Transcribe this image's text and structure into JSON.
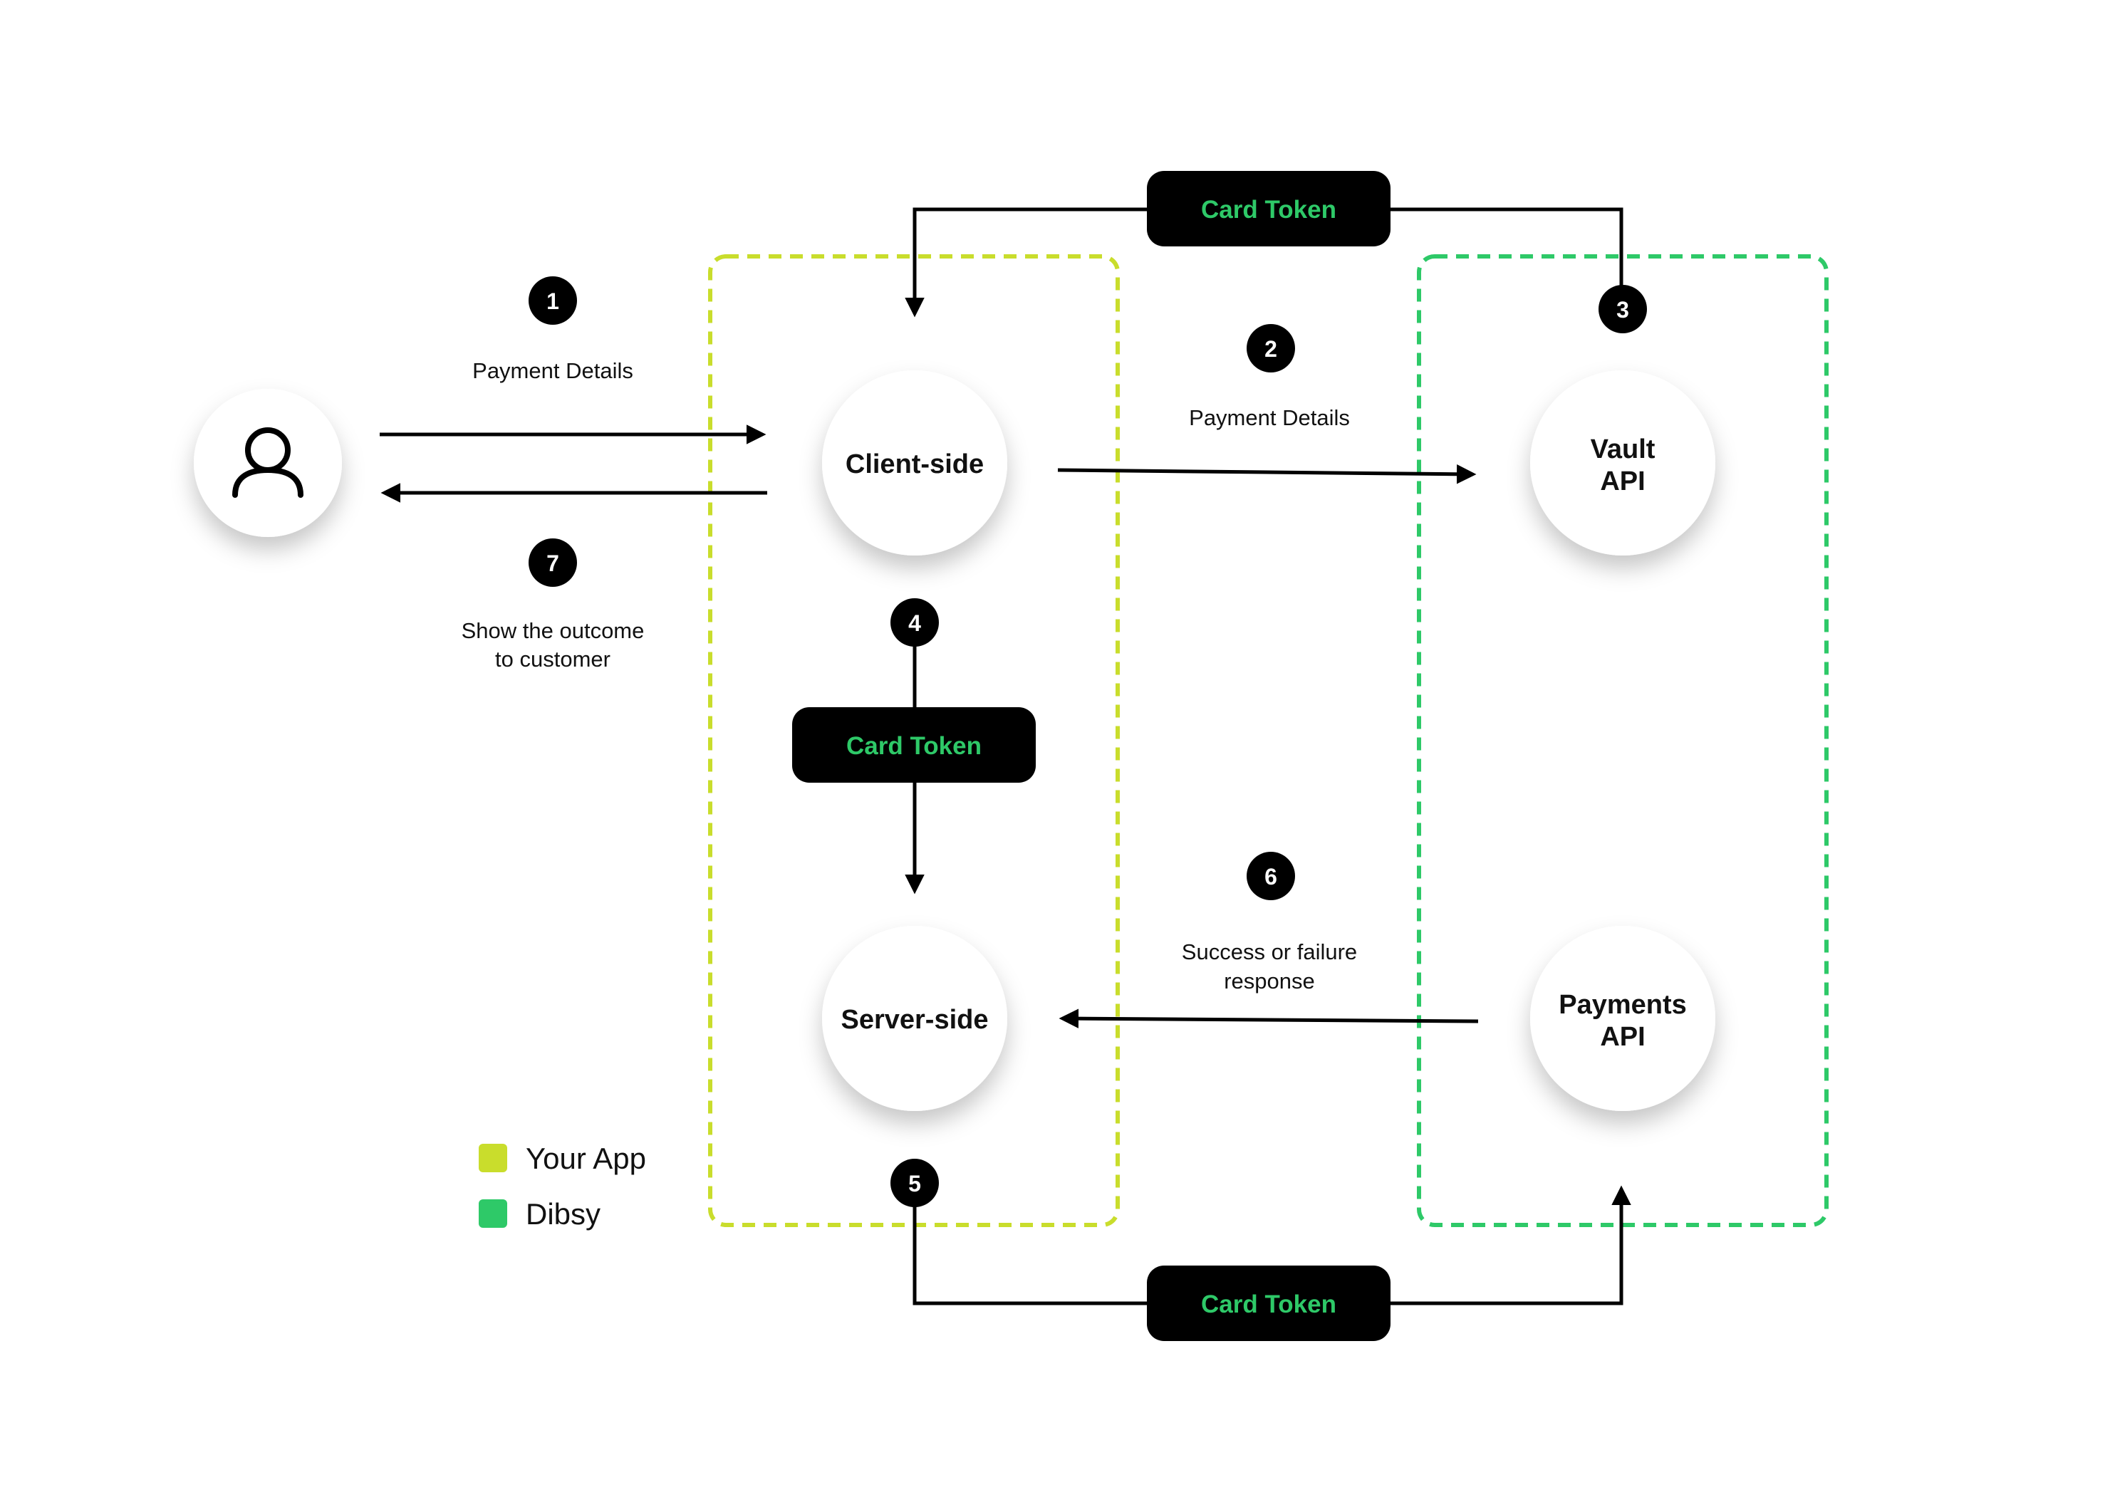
{
  "colors": {
    "your_app": "#c9dd2c",
    "dibsy": "#2ec968",
    "token_bg": "#000000",
    "token_text": "#2ec968",
    "step_bg": "#000000",
    "line": "#000000"
  },
  "nodes": {
    "user": {
      "icon": "user-icon"
    },
    "client": {
      "label": "Client-side"
    },
    "server": {
      "label": "Server-side"
    },
    "vault": {
      "line1": "Vault",
      "line2": "API"
    },
    "payments": {
      "line1": "Payments",
      "line2": "API"
    }
  },
  "tokens": {
    "top": "Card Token",
    "middle": "Card Token",
    "bottom": "Card Token"
  },
  "steps": {
    "s1": {
      "num": "1",
      "label": "Payment Details"
    },
    "s2": {
      "num": "2",
      "label": "Payment Details"
    },
    "s3": {
      "num": "3"
    },
    "s4": {
      "num": "4"
    },
    "s5": {
      "num": "5"
    },
    "s6": {
      "num": "6",
      "line1": "Success or failure",
      "line2": "response"
    },
    "s7": {
      "num": "7",
      "line1": "Show the outcome",
      "line2": "to customer"
    }
  },
  "legend": {
    "your_app": "Your App",
    "dibsy": "Dibsy"
  }
}
